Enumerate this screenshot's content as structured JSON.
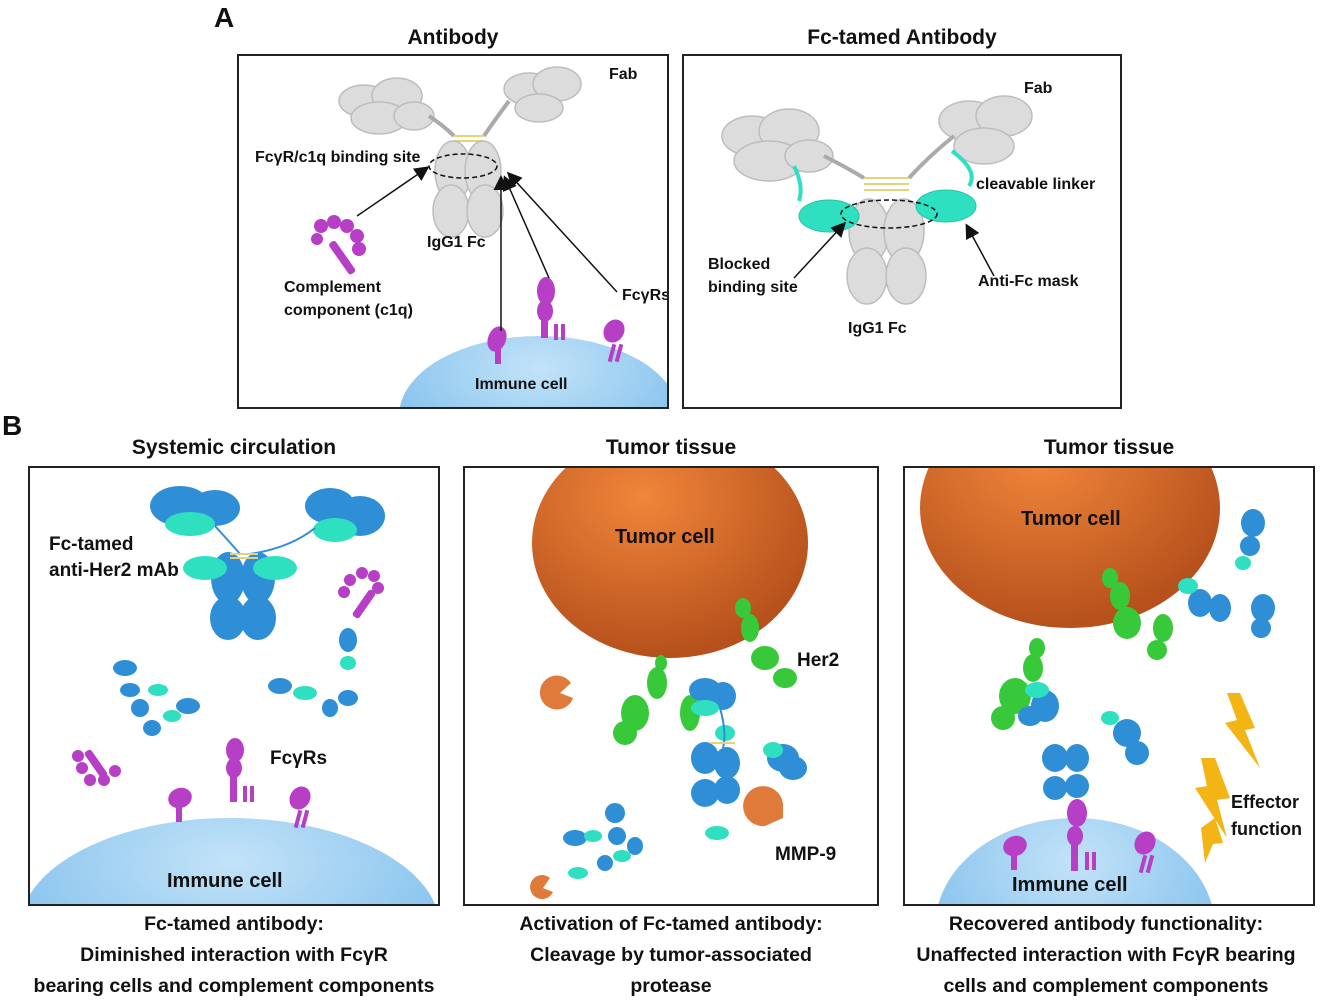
{
  "panel_a": {
    "letter": "A",
    "left": {
      "title": "Antibody",
      "fab": "Fab",
      "binding_site": "FcγR/c1q binding site",
      "fc": "IgG1 Fc",
      "complement_line1": "Complement",
      "complement_line2": "component (c1q)",
      "fcgrs": "FcγRs",
      "immune_cell": "Immune cell"
    },
    "right": {
      "title": "Fc-tamed Antibody",
      "fab": "Fab",
      "linker": "cleavable linker",
      "blocked_line1": "Blocked",
      "blocked_line2": "binding site",
      "mask": "Anti-Fc mask",
      "fc": "IgG1 Fc"
    }
  },
  "panel_b": {
    "letter": "B",
    "box1": {
      "title": "Systemic circulation",
      "mab_line1": "Fc-tamed",
      "mab_line2": "anti-Her2 mAb",
      "fcgrs": "FcγRs",
      "immune_cell": "Immune cell",
      "caption": [
        "Fc-tamed antibody:",
        "Diminished interaction with FcγR",
        "bearing cells and complement components"
      ]
    },
    "box2": {
      "title": "Tumor tissue",
      "tumor_cell": "Tumor cell",
      "her2": "Her2",
      "mmp9": "MMP-9",
      "caption": [
        "Activation of Fc-tamed antibody:",
        "Cleavage by tumor-associated",
        "protease"
      ]
    },
    "box3": {
      "title": "Tumor tissue",
      "tumor_cell": "Tumor cell",
      "effector_line1": "Effector",
      "effector_line2": "function",
      "immune_cell": "Immune cell",
      "caption": [
        "Recovered antibody functionality:",
        "Unaffected interaction with FcγR bearing",
        "cells and complement components"
      ]
    }
  },
  "colors": {
    "grey_domain": "#d9d9d9",
    "blue_domain": "#2e8fd6",
    "cyan_domain": "#2fe0c0",
    "magenta": "#b63fc6",
    "green": "#38c93a",
    "tumor": "#c8581e",
    "immune_cell": "#8fc9ef",
    "mmp9": "#e07a3a",
    "lightning": "#f3b516"
  }
}
